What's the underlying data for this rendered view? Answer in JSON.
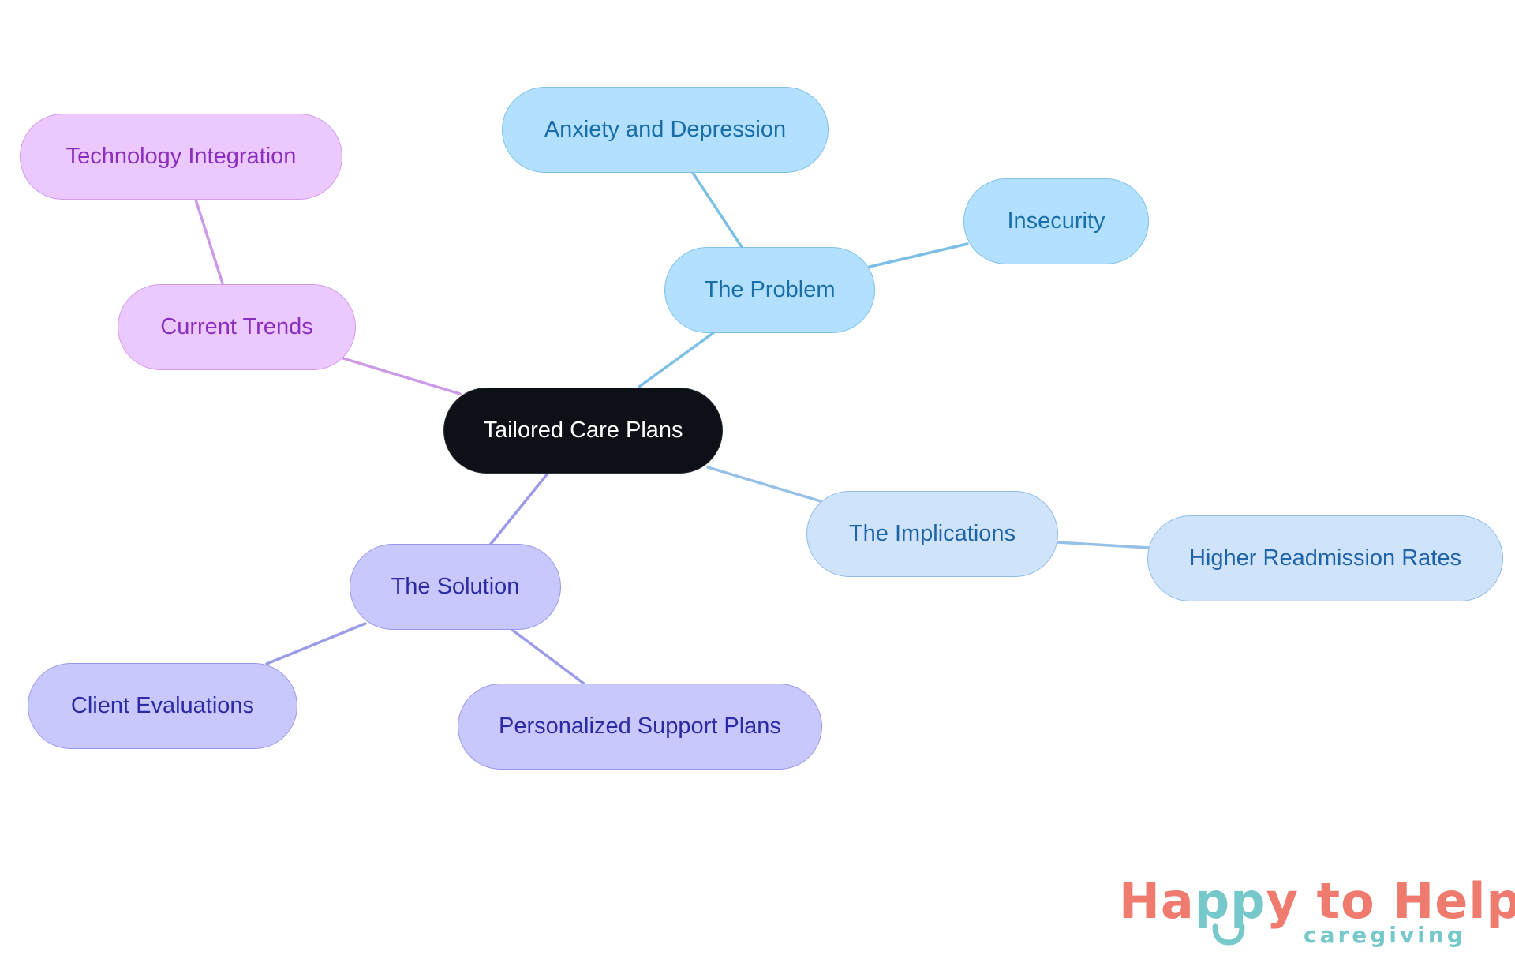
{
  "nodes": {
    "root": "Tailored Care Plans",
    "problem": "The Problem",
    "anxiety": "Anxiety and Depression",
    "insecurity": "Insecurity",
    "implications": "The Implications",
    "readmission": "Higher Readmission Rates",
    "solution": "The Solution",
    "client_evaluations": "Client Evaluations",
    "personalized_support": "Personalized Support Plans",
    "current_trends": "Current Trends",
    "technology": "Technology Integration"
  },
  "edges": [
    [
      "root",
      "problem"
    ],
    [
      "problem",
      "anxiety"
    ],
    [
      "problem",
      "insecurity"
    ],
    [
      "root",
      "implications"
    ],
    [
      "implications",
      "readmission"
    ],
    [
      "root",
      "solution"
    ],
    [
      "solution",
      "client_evaluations"
    ],
    [
      "solution",
      "personalized_support"
    ],
    [
      "root",
      "current_trends"
    ],
    [
      "current_trends",
      "technology"
    ]
  ],
  "colors": {
    "blue_edge": "#7cbfe6",
    "lightblue_edge": "#96c0e8",
    "indigo_edge": "#9b9be8",
    "purple_edge": "#cc9ae8",
    "logo_coral": "#ef7b6e",
    "logo_teal": "#76c8ca"
  },
  "logo": {
    "word_happy": "Happy",
    "word_rest": "to Help",
    "subtitle": "caregiving"
  }
}
